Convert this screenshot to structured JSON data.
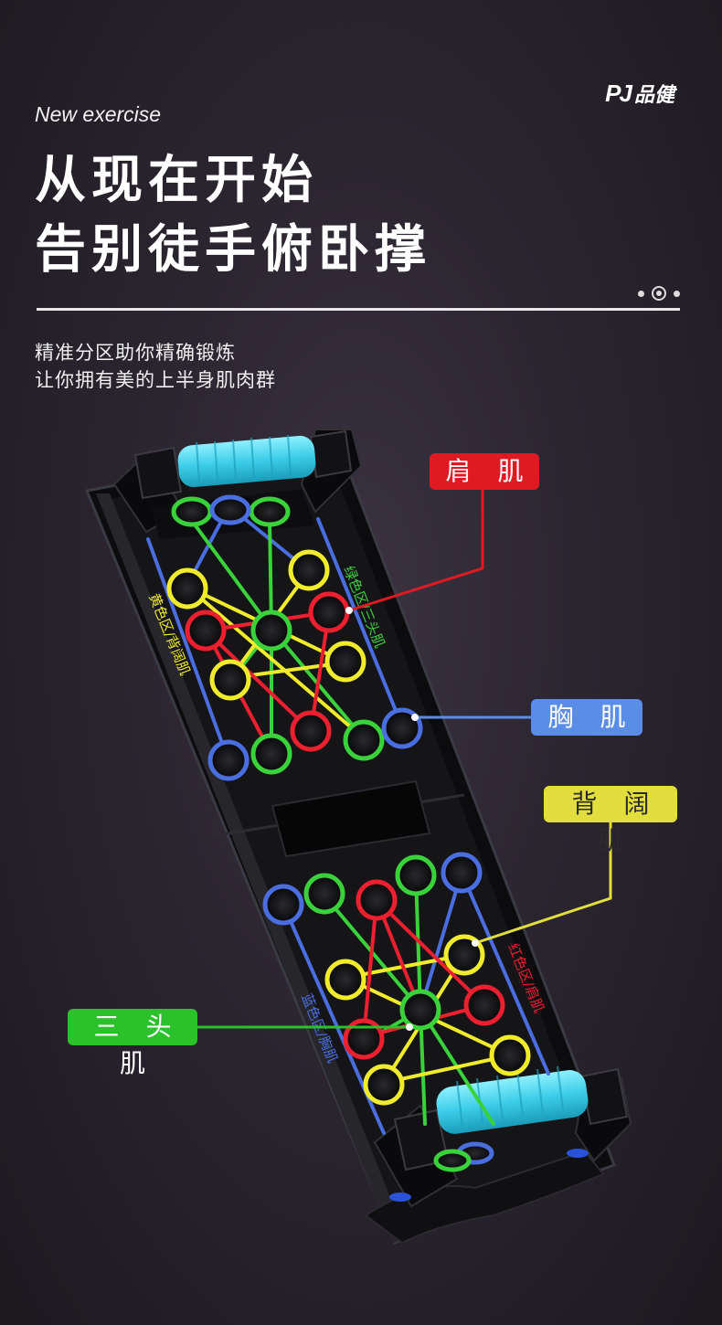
{
  "header": {
    "subtitle_en": "New exercise",
    "brand_mark": "PJ",
    "brand_name": "品健",
    "headline_line1": "从现在开始",
    "headline_line2": "告别徒手俯卧撑",
    "description_line1": "精准分区助你精确锻炼",
    "description_line2": "让你拥有美的上半身肌肉群"
  },
  "callouts": {
    "shoulder": "肩 肌",
    "chest": "胸 肌",
    "back": "背 阔 肌",
    "triceps": "三 头 肌"
  },
  "board_zone_labels": {
    "green_zone": "绿色区/三头肌",
    "yellow_zone": "黄色区/背阔肌",
    "red_zone": "红色区/肩肌",
    "blue_zone": "蓝色区/胸肌"
  },
  "colors": {
    "red": "#e01a22",
    "blue": "#5a8de8",
    "yellow": "#e1de3e",
    "green": "#2bc12a",
    "handle": "#49d4ee"
  }
}
